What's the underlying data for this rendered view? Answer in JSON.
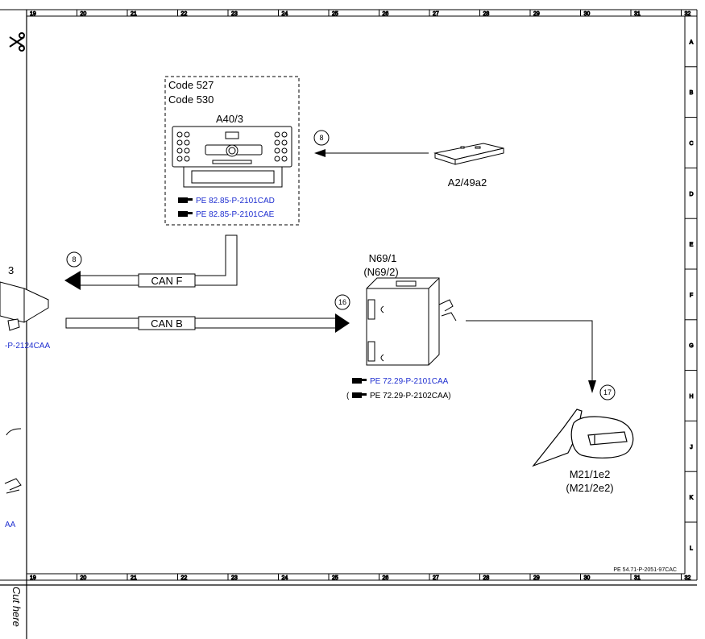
{
  "frame": {
    "top_columns": [
      "19",
      "20",
      "21",
      "22",
      "23",
      "24",
      "25",
      "26",
      "27",
      "28",
      "29",
      "30",
      "31",
      "32"
    ],
    "bottom_columns": [
      "19",
      "20",
      "21",
      "22",
      "23",
      "24",
      "25",
      "26",
      "27",
      "28",
      "29",
      "30",
      "31",
      "32"
    ],
    "rows": [
      "A",
      "B",
      "C",
      "D",
      "E",
      "F",
      "G",
      "H",
      "J",
      "K",
      "L"
    ],
    "doc_id": "PE 54.71-P-2051-97CAC",
    "cut_here": "Cut here"
  },
  "components": {
    "radio": {
      "codes": [
        "Code 527",
        "Code 530"
      ],
      "label": "A40/3",
      "refs": [
        "PE 82.85-P-2101CAD",
        "PE 82.85-P-2101CAE"
      ]
    },
    "antenna": {
      "label": "A2/49a2"
    },
    "module": {
      "label1": "N69/1",
      "label2": "(N69/2)",
      "ref1": "PE 72.29-P-2101CAA",
      "ref2_prefix": "(",
      "ref2": "PE 72.29-P-2102CAA)"
    },
    "mirror": {
      "label1": "M21/1e2",
      "label2": "(M21/2e2)"
    },
    "left_partial": {
      "number": "3",
      "ref1": "-P-2124CAA",
      "ref2": "AA"
    }
  },
  "buses": {
    "can_f": "CAN F",
    "can_b": "CAN B"
  },
  "connectors": {
    "c8_top": "8",
    "c8_left": "8",
    "c16": "16",
    "c17": "17"
  }
}
